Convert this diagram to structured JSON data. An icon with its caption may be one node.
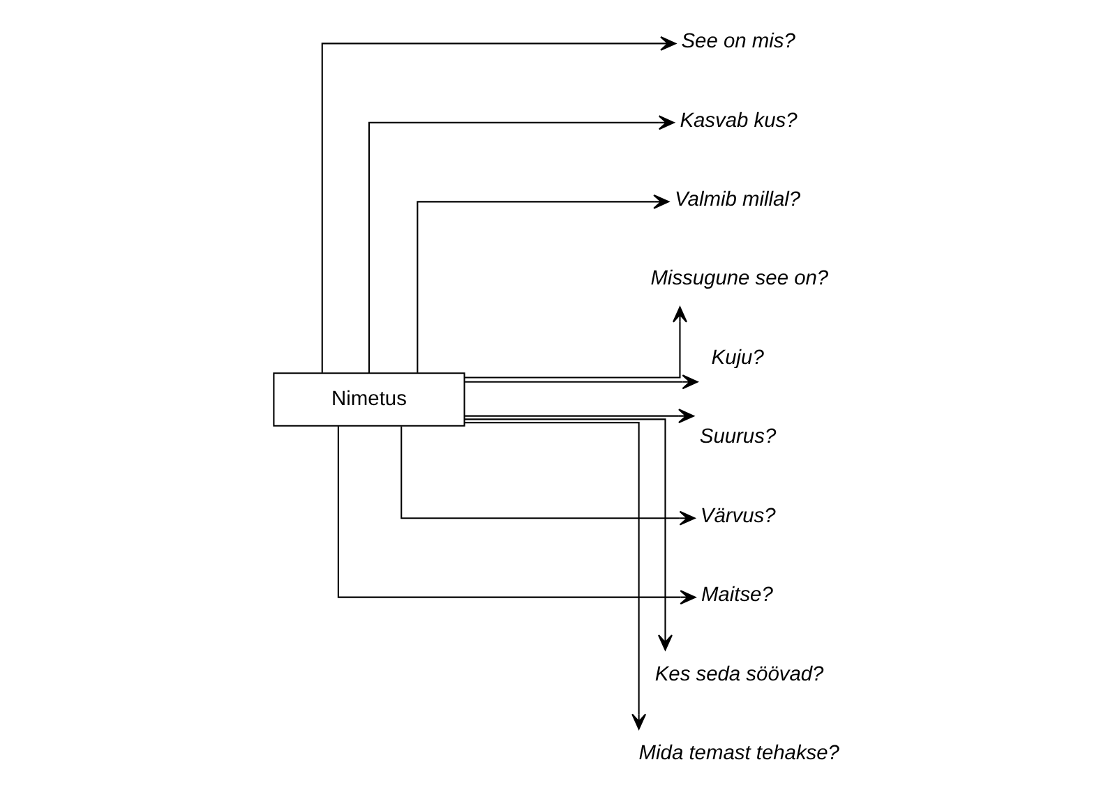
{
  "diagram": {
    "nodes": [
      {
        "text": [
          "Nimetus"
        ]
      },
      {
        "text": [
          "See on mis?"
        ]
      },
      {
        "text": [
          "Kasvab kus?"
        ]
      },
      {
        "text": [
          "Valmib millal?"
        ]
      },
      {
        "text": [
          "Missugune see on?"
        ]
      },
      {
        "text": [
          "Kuju?"
        ]
      },
      {
        "text": [
          "Suurus?"
        ]
      },
      {
        "text": [
          "Värvus?"
        ]
      },
      {
        "text": [
          "Maitse?"
        ]
      },
      {
        "text": [
          "Kes seda söövad?"
        ]
      },
      {
        "text": [
          "Mida temast tehakse?"
        ]
      }
    ],
    "edges": [
      {
        "from": 0,
        "to": 1,
        "arrow": "to"
      },
      {
        "from": 0,
        "to": 2,
        "arrow": "to"
      },
      {
        "from": 0,
        "to": 3,
        "arrow": "to"
      },
      {
        "from": 0,
        "to": 4,
        "arrow": "to"
      },
      {
        "from": 0,
        "to": 5,
        "arrow": "to"
      },
      {
        "from": 0,
        "to": 6,
        "arrow": "to"
      },
      {
        "from": 0,
        "to": 7,
        "arrow": "to"
      },
      {
        "from": 0,
        "to": 8,
        "arrow": "to"
      },
      {
        "from": 0,
        "to": 9,
        "arrow": "to"
      },
      {
        "from": 0,
        "to": 10,
        "arrow": "to"
      }
    ]
  }
}
